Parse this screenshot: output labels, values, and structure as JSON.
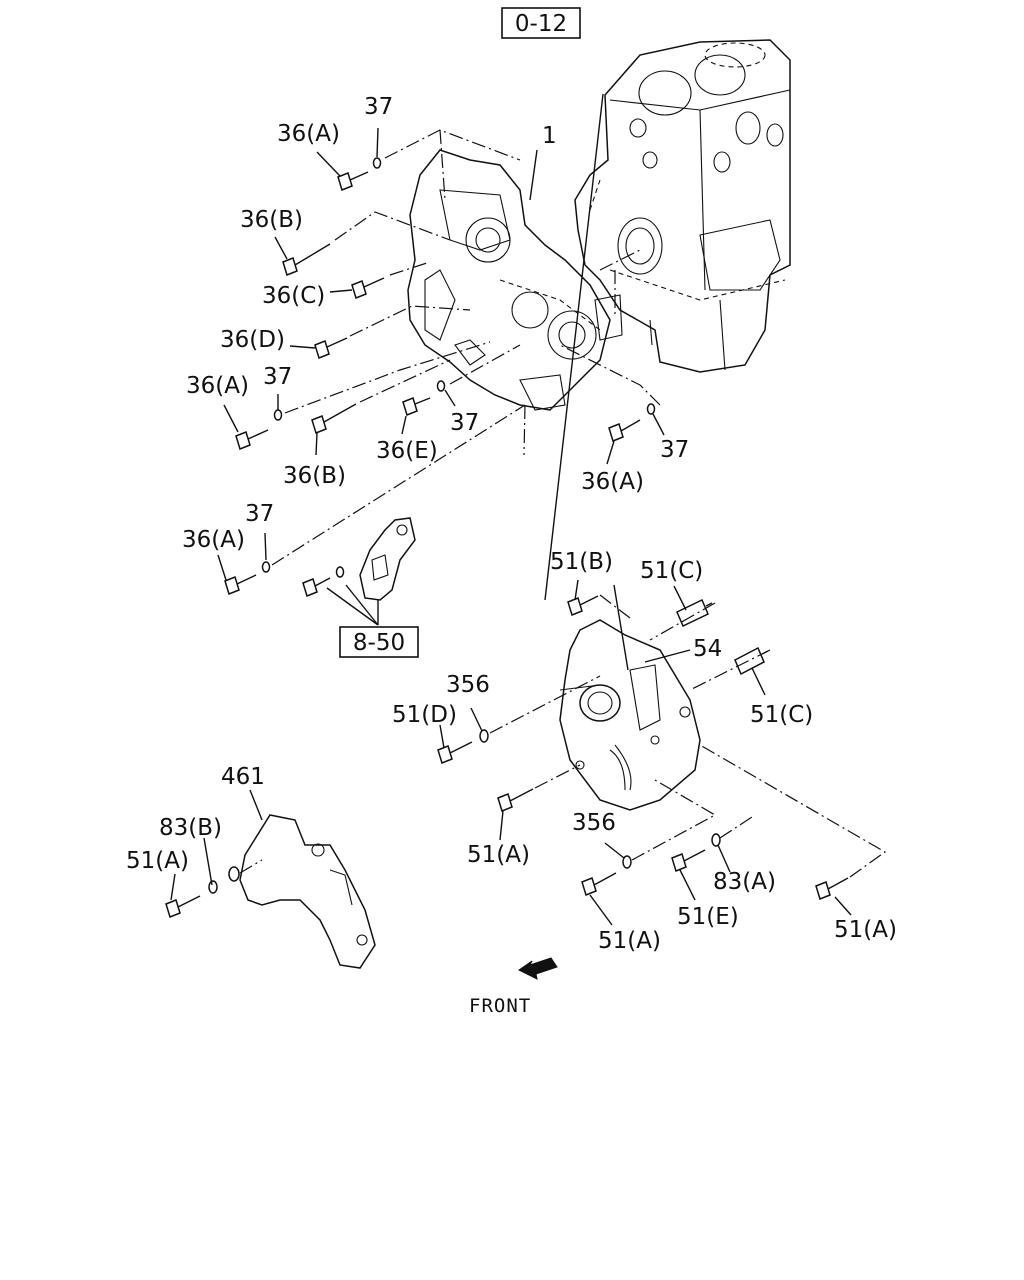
{
  "references": {
    "top": "0-12",
    "middle": "8-50"
  },
  "callouts": {
    "p1": "1",
    "p37a": "37",
    "p36a1": "36(A)",
    "p36b1": "36(B)",
    "p36c": "36(C)",
    "p36d": "36(D)",
    "p36a2": "36(A)",
    "p37b": "37",
    "p36b2": "36(B)",
    "p36e": "36(E)",
    "p37c": "37",
    "p37d": "37",
    "p36a3": "36(A)",
    "p37e": "37",
    "p36a4": "36(A)",
    "p51b": "51(B)",
    "p51c1": "51(C)",
    "p54": "54",
    "p51c2": "51(C)",
    "p356a": "356",
    "p51d": "51(D)",
    "p51a1": "51(A)",
    "p356b": "356",
    "p83a": "83(A)",
    "p51e": "51(E)",
    "p51a2": "51(A)",
    "p51a3": "51(A)",
    "p461": "461",
    "p83b": "83(B)",
    "p51a4": "51(A)"
  },
  "direction": {
    "label": "FRONT",
    "icon": "front-arrow-icon"
  }
}
